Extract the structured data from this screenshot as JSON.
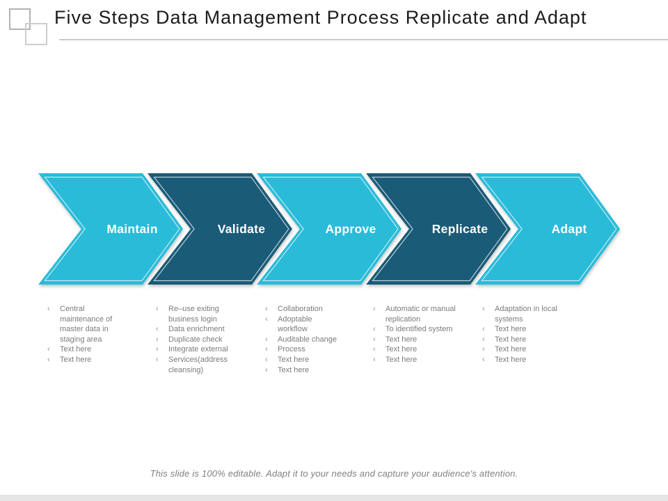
{
  "slide": {
    "title": "Five Steps Data Management Process Replicate and Adapt",
    "footer": "This slide is 100% editable. Adapt it to your needs and capture your audience's attention."
  },
  "colors": {
    "cyan": "#2ABBD9",
    "dark_teal": "#1A5B78",
    "title_text": "#1C1C1C",
    "body_text_gray": "#7B7B7B",
    "rule_gray": "#C9C9C9",
    "bottom_bar_gray": "#E6E6E6"
  },
  "bullet_marker": "‹",
  "steps": [
    {
      "label": "Maintain",
      "color_key": "cyan",
      "bullets": [
        "Central maintenance of master data in staging area",
        "Text here",
        "Text here"
      ]
    },
    {
      "label": "Validate",
      "color_key": "dark_teal",
      "bullets": [
        "Re–use exiting business login",
        "Data enrichment",
        "Duplicate check",
        "Integrate external",
        "Services(address cleansing)"
      ]
    },
    {
      "label": "Approve",
      "color_key": "cyan",
      "bullets": [
        "Collaboration",
        "Adoptable workflow",
        "Auditable change",
        "Process",
        "Text here",
        "Text here"
      ]
    },
    {
      "label": "Replicate",
      "color_key": "dark_teal",
      "bullets": [
        "Automatic or manual replication",
        "To identified system",
        "Text here",
        "Text here",
        "Text here"
      ]
    },
    {
      "label": "Adapt",
      "color_key": "cyan",
      "bullets": [
        "Adaptation in local systems",
        "Text here",
        "Text here",
        "Text here",
        "Text here"
      ]
    }
  ]
}
